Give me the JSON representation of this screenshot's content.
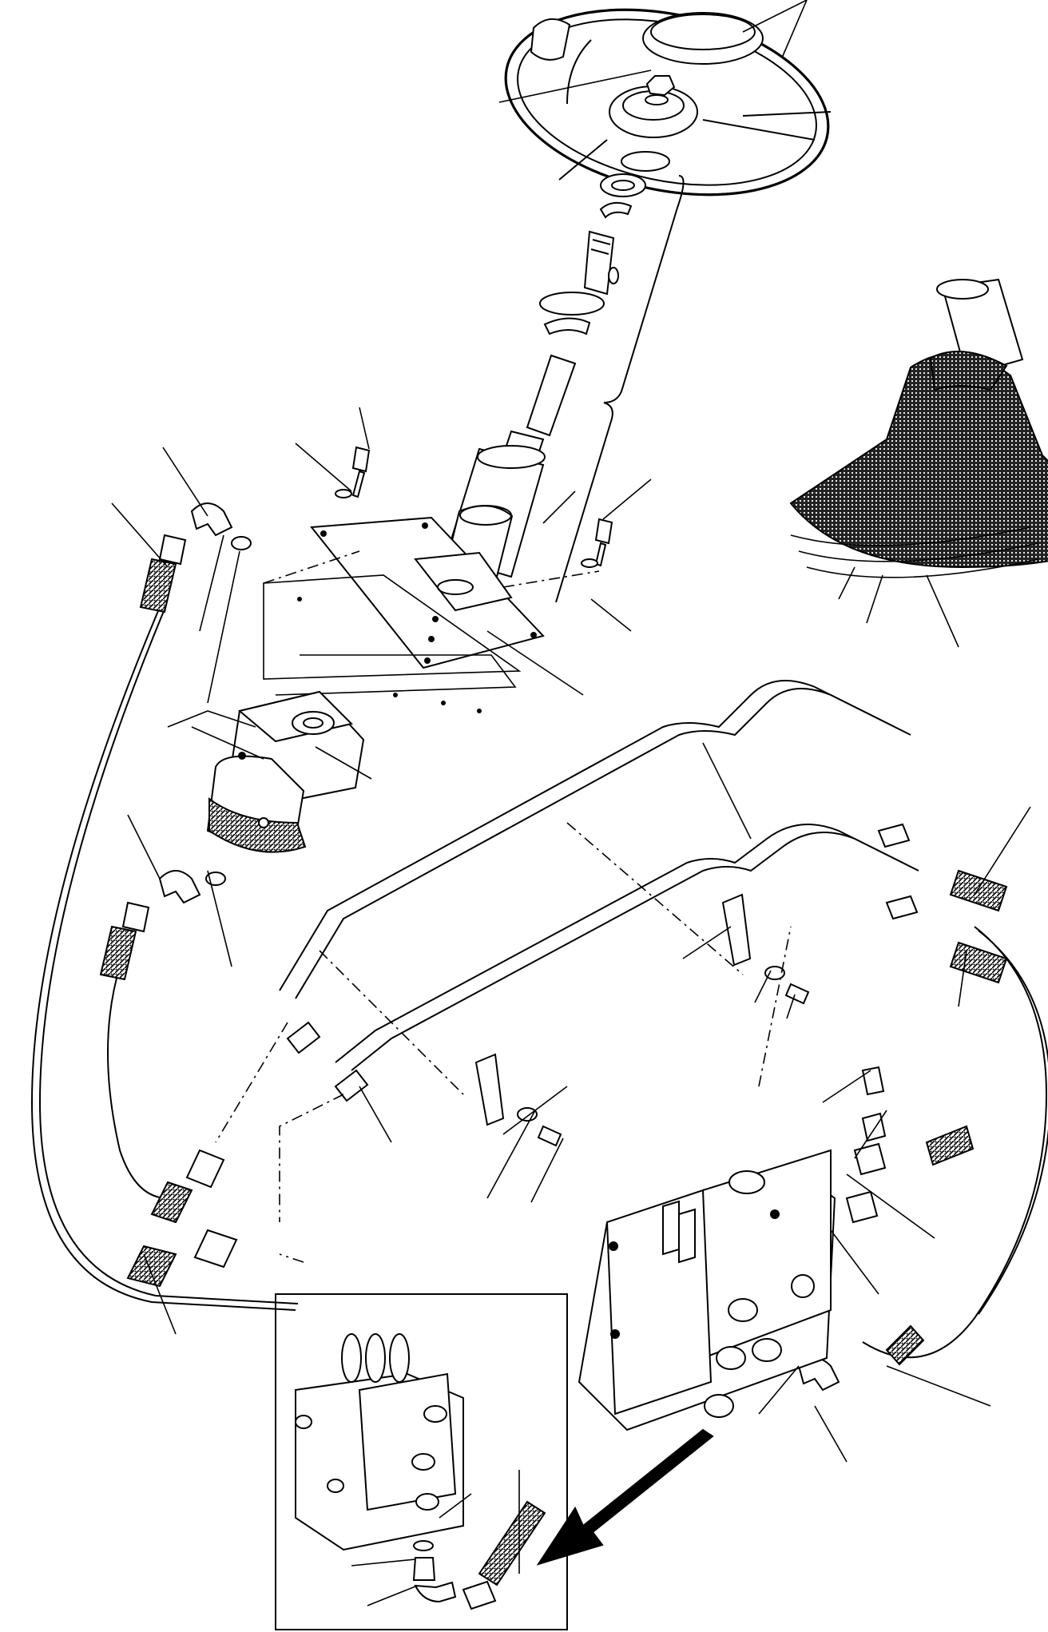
{
  "figure": {
    "kind": "exploded parts diagram",
    "labels": []
  },
  "parts": [
    "steering-wheel",
    "steering-column",
    "mounting-plate",
    "steering-unit",
    "control-lever-boot",
    "hydraulic-pipe",
    "hydraulic-hose",
    "elbow-fitting",
    "pipe-clamp",
    "bolt",
    "washer",
    "control-valve",
    "detail-inset",
    "direction-arrow"
  ],
  "colors": {
    "line": "#000000",
    "background": "#ffffff"
  }
}
